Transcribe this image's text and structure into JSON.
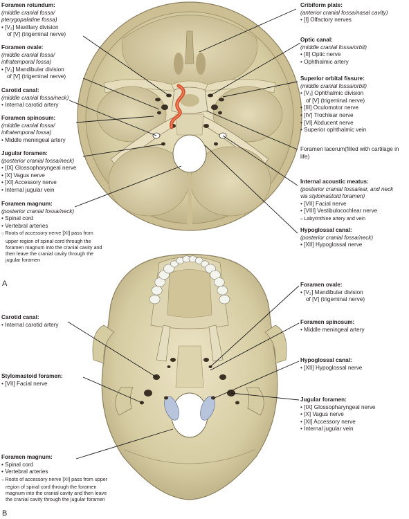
{
  "panel_a": {
    "letter": "A",
    "labels": [
      {
        "id": "foramen-rotundum-label",
        "title": "Foramen rotundum:",
        "sub": [
          "(middle cranial fossa/",
          "pterygopalatine fossa)"
        ],
        "items": [
          "[V₂] Maxillary division",
          "of [V] (trigeminal nerve)"
        ],
        "notes": []
      },
      {
        "id": "foramen-ovale-label",
        "title": "Foramen ovale:",
        "sub": [
          "(middle cranial fossa/",
          "infratemporal fossa)"
        ],
        "items": [
          "[V₂] Mandibular division",
          "of [V] (trigeminal nerve)"
        ],
        "notes": []
      },
      {
        "id": "carotid-canal-label",
        "title": "Carotid canal:",
        "sub": [
          "(middle cranial fossa/neck)"
        ],
        "items": [
          "Internal carotid artery"
        ],
        "notes": []
      },
      {
        "id": "foramen-spinosum-label",
        "title": "Foramen spinosum:",
        "sub": [
          "(middle cranial fossa/",
          "infratemporal fossa)"
        ],
        "items": [
          "Middle meningeal artery"
        ],
        "notes": []
      },
      {
        "id": "jugular-foramen-label",
        "title": "Jugular foramen:",
        "sub": [
          "(posterior cranial fossa/neck)"
        ],
        "items": [
          "[IX] Glossopharyngeal nerve",
          "[X] Vagus nerve",
          "[XI] Accessory nerve",
          "Internal jugular vein"
        ],
        "notes": []
      },
      {
        "id": "foramen-magnum-label",
        "title": "Foramen magnum:",
        "sub": [
          "(posterior cranial fossa/neck)"
        ],
        "items": [
          "Spinal cord",
          "Vertebral arteries"
        ],
        "notes": [
          "Roots of accessory nerve [XI] pass from upper region of spinal cord through the foramen magnum into the cranial cavity and then leave the cranial cavity through the jugular foramen"
        ]
      },
      {
        "id": "cribriform-plate-label",
        "title": "Cribiform plate:",
        "sub": [
          "(anterior cranial fossa/nasal cavity)"
        ],
        "items": [
          "[I] Olfactory nerves"
        ],
        "notes": []
      },
      {
        "id": "optic-canal-label",
        "title": "Optic canal:",
        "sub": [
          "(middle cranial fossa/orbit)"
        ],
        "items": [
          "[II] Optic nerve",
          "Ophthalmic artery"
        ],
        "notes": []
      },
      {
        "id": "superior-orbital-fissure-label",
        "title": "Superior orbital fissure:",
        "sub": [
          "(middle cranial fossa/orbit)"
        ],
        "items": [
          "[V₁] Ophthalmic division",
          "of [V] (trigeminal nerve)",
          "[III] Oculomotor nerve",
          "[IV] Trochlear nerve",
          "[VI] Abducent nerve",
          "Superior ophthalmic vein"
        ],
        "notes": []
      },
      {
        "id": "foramen-lacerum-label",
        "title": "",
        "sub": [],
        "plain": [
          "Foramen lacerum",
          "(filled with cartilage in life)"
        ],
        "items": [],
        "notes": []
      },
      {
        "id": "internal-acoustic-meatus-label",
        "title": "Internal acoustic meatus:",
        "sub": [
          "(posterior cranial fossa/ear, and neck",
          "via stylomastoid foramen)"
        ],
        "items": [
          "[VII] Facial nerve",
          "[VIII] Vestibulocochlear nerve"
        ],
        "notes": [
          "Labyrinthine artery and vein"
        ]
      },
      {
        "id": "hypoglossal-canal-label",
        "title": "Hypoglossal canal:",
        "sub": [
          "(posterior cranial fossa/neck)"
        ],
        "items": [
          "[XII] Hypoglossal nerve"
        ],
        "notes": []
      }
    ]
  },
  "panel_b": {
    "letter": "B",
    "labels": [
      {
        "id": "b-carotid-canal-label",
        "title": "Carotid canal:",
        "sub": [],
        "items": [
          "Internal carotid artery"
        ],
        "notes": []
      },
      {
        "id": "b-stylomastoid-foramen-label",
        "title": "Stylomastoid foramen:",
        "sub": [],
        "items": [
          "[VII] Facial nerve"
        ],
        "notes": []
      },
      {
        "id": "b-foramen-magnum-label",
        "title": "Foramen magnum:",
        "sub": [],
        "items": [
          "Spinal cord",
          "Vertebral arteries"
        ],
        "notes": [
          "Roots of accessory nerve [XI] pass from upper region of spinal cord through the foramen magnum into the cranial cavity and then leave the cranial cavity through the jugular foramen"
        ]
      },
      {
        "id": "b-foramen-ovale-label",
        "title": "Foramen ovale:",
        "sub": [],
        "items": [
          "[V₂] Mandibular division",
          "of [V] (trigeminal nerve)"
        ],
        "notes": []
      },
      {
        "id": "b-foramen-spinosum-label",
        "title": "Foramen spinosum:",
        "sub": [],
        "items": [
          "Middle meningeal artery"
        ],
        "notes": []
      },
      {
        "id": "b-hypoglossal-canal-label",
        "title": "Hypoglossal canal:",
        "sub": [],
        "items": [
          "[XII] Hypoglossal nerve"
        ],
        "notes": []
      },
      {
        "id": "b-jugular-foramen-label",
        "title": "Jugular foramen:",
        "sub": [],
        "items": [
          "[IX] Glossopharyngeal nerve",
          "[X] Vagus nerve",
          "[XI] Accessory nerve",
          "Internal jugular vein"
        ],
        "notes": []
      }
    ]
  },
  "colors": {
    "bone": "#d8cfa6",
    "bone_dark": "#a99d72",
    "bone_light": "#ebe4c4",
    "artery": "#d4502c",
    "cartilage": "#b8c4dc",
    "leader": "#1a1a1a"
  }
}
